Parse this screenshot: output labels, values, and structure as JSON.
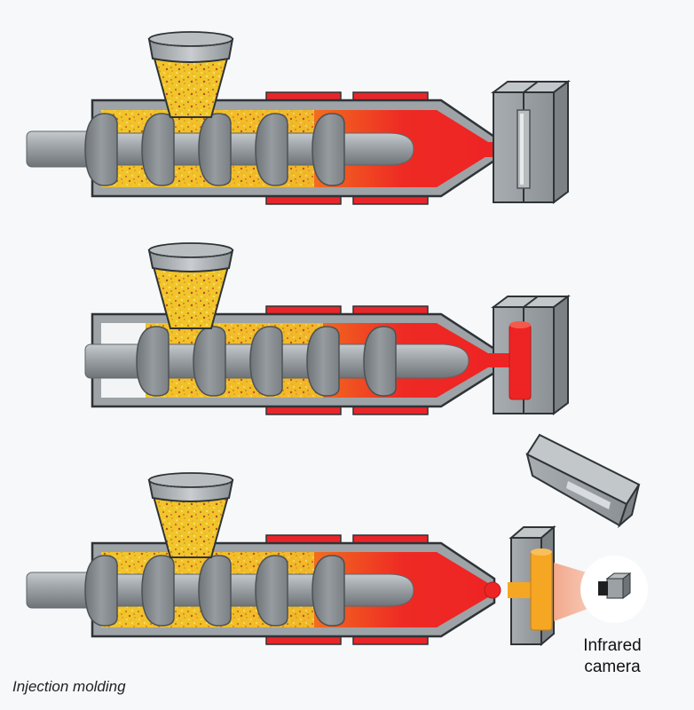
{
  "figure": {
    "caption": "Injection molding",
    "camera_label_line1": "Infrared",
    "camera_label_line2": "camera"
  },
  "stages": [
    {
      "name": "stage-1",
      "screw_position": "retracted",
      "mold_state": "closed-empty"
    },
    {
      "name": "stage-2",
      "screw_position": "forward",
      "mold_state": "filled"
    },
    {
      "name": "stage-3",
      "screw_position": "retracted",
      "mold_state": "open-part-cooling"
    }
  ],
  "colors": {
    "background": "#f6f8fa",
    "barrel": "#9da3a7",
    "barrel_outline": "#2f3336",
    "screw": "#8a9094",
    "granules": "#f0c52a",
    "heater_bands": "#e8262a",
    "melt_hot": "#ee2424",
    "melt_warm": "#f7a21c",
    "cooling_part": "#f5a623",
    "ir_beam": "#f6b49a"
  }
}
